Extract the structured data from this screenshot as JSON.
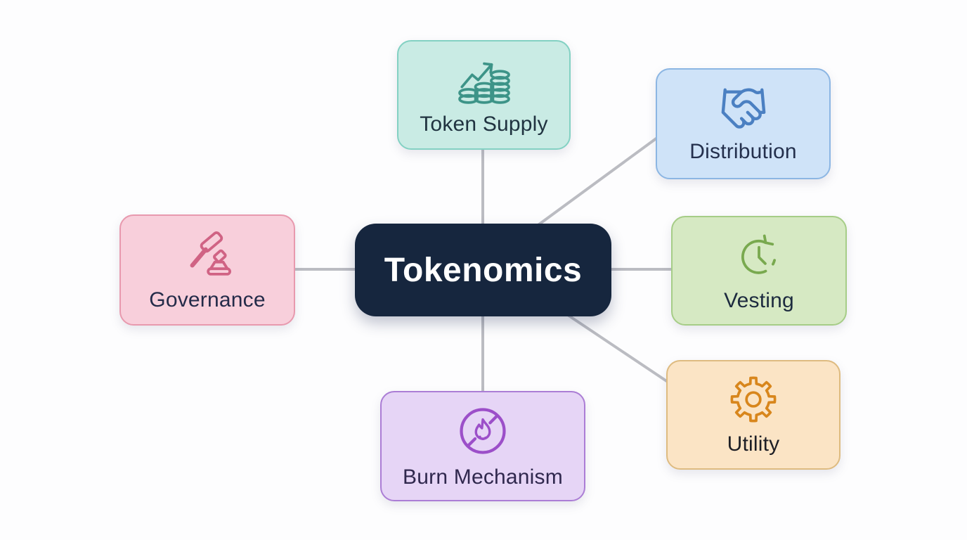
{
  "diagram": {
    "background": "#fdfdfe",
    "connector_color": "#b4b6bc",
    "center": {
      "label": "Tokenomics",
      "fill": "#16263e",
      "text_color": "#ffffff"
    },
    "nodes": {
      "token_supply": {
        "label": "Token Supply",
        "icon": "coins-trend-icon",
        "fill": "#c9ebe4",
        "border": "#83d1c3",
        "icon_color": "#3d9488",
        "label_color": "#203340"
      },
      "distribution": {
        "label": "Distribution",
        "icon": "handshake-icon",
        "fill": "#cfe3f8",
        "border": "#8cb6e3",
        "icon_color": "#4b80c2",
        "label_color": "#24304d"
      },
      "governance": {
        "label": "Governance",
        "icon": "gavel-icon",
        "fill": "#f8cfdb",
        "border": "#e899ae",
        "icon_color": "#d06384",
        "label_color": "#242b49"
      },
      "vesting": {
        "label": "Vesting",
        "icon": "clock-refresh-icon",
        "fill": "#d6e9c3",
        "border": "#a6cd87",
        "icon_color": "#79a94f",
        "label_color": "#1d2b3f"
      },
      "burn_mechanism": {
        "label": "Burn Mechanism",
        "icon": "no-fire-icon",
        "fill": "#e6d5f6",
        "border": "#ab7dd5",
        "icon_color": "#9c4fc9",
        "label_color": "#30284e"
      },
      "utility": {
        "label": "Utility",
        "icon": "gear-icon",
        "fill": "#fbe4c5",
        "border": "#debb80",
        "icon_color": "#d8861c",
        "label_color": "#1e1f26"
      }
    }
  }
}
